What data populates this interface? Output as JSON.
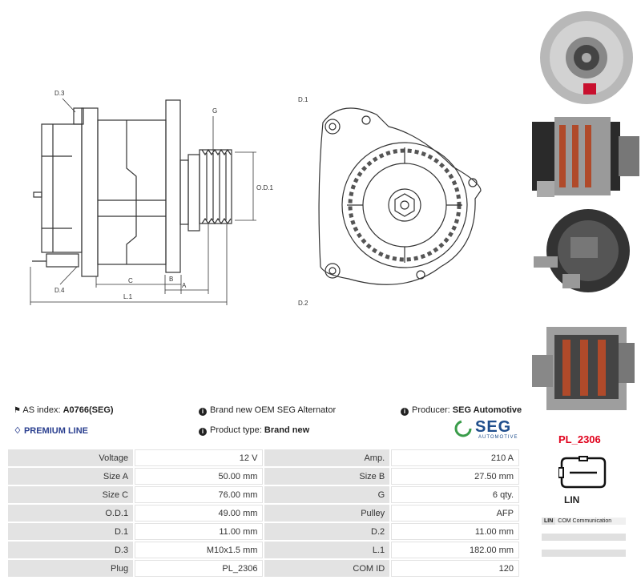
{
  "drawing_labels": {
    "d3": "D.3",
    "d4": "D.4",
    "g": "G",
    "od1": "O.D.1",
    "c": "C",
    "b": "B",
    "a": "A",
    "l1": "L.1",
    "d1": "D.1",
    "d2": "D.2"
  },
  "info": {
    "as_index_label": "AS index:",
    "as_index_value": "A0766(SEG)",
    "premium": "PREMIUM LINE",
    "brand_new": "Brand new OEM SEG Alternator",
    "product_type_label": "Product type:",
    "product_type_value": "Brand new",
    "producer_label": "Producer:",
    "producer_value": "SEG Automotive",
    "seg_logo": "SEG",
    "seg_sub": "AUTOMOTIVE"
  },
  "plug": {
    "code": "PL_2306",
    "type": "LIN",
    "legend_code": "LIN",
    "legend_desc": "COM Communication"
  },
  "specs": [
    {
      "l1": "Voltage",
      "v1": "12 V",
      "l2": "Amp.",
      "v2": "210 A"
    },
    {
      "l1": "Size A",
      "v1": "50.00 mm",
      "l2": "Size B",
      "v2": "27.50 mm"
    },
    {
      "l1": "Size C",
      "v1": "76.00 mm",
      "l2": "G",
      "v2": "6 qty."
    },
    {
      "l1": "O.D.1",
      "v1": "49.00 mm",
      "l2": "Pulley",
      "v2": "AFP"
    },
    {
      "l1": "D.1",
      "v1": "11.00 mm",
      "l2": "D.2",
      "v2": "11.00 mm"
    },
    {
      "l1": "D.3",
      "v1": "M10x1.5 mm",
      "l2": "L.1",
      "v2": "182.00 mm"
    },
    {
      "l1": "Plug",
      "v1": "PL_2306",
      "l2": "COM ID",
      "v2": "120"
    }
  ],
  "colors": {
    "plug_code": "#e0001b",
    "premium": "#2a3f8f",
    "seg_green": "#3a9c4a",
    "seg_blue": "#1f4e8c"
  }
}
